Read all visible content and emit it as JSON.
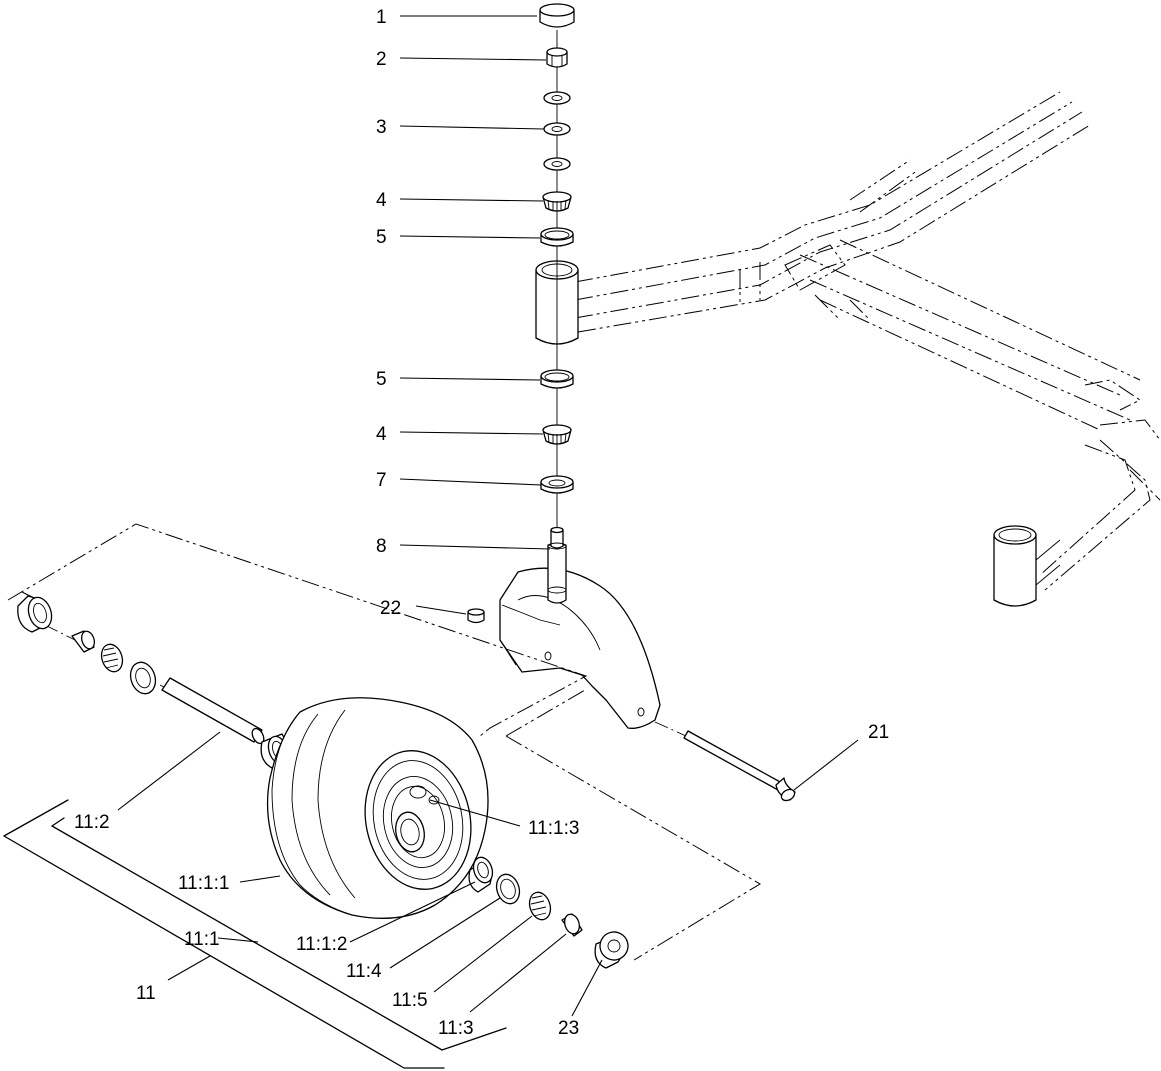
{
  "callouts": {
    "c1": "1",
    "c2": "2",
    "c3": "3",
    "c4_top": "4",
    "c5_top": "5",
    "c5_bottom": "5",
    "c4_bottom": "4",
    "c7": "7",
    "c8": "8",
    "c22": "22",
    "c21": "21",
    "c11_1_3": "11:1:3",
    "c11_2": "11:2",
    "c11_1_1": "11:1:1",
    "c11_1": "11:1",
    "c11_1_2": "11:1:2",
    "c11_4": "11:4",
    "c11": "11",
    "c11_5": "11:5",
    "c11_3": "11:3",
    "c23": "23"
  }
}
